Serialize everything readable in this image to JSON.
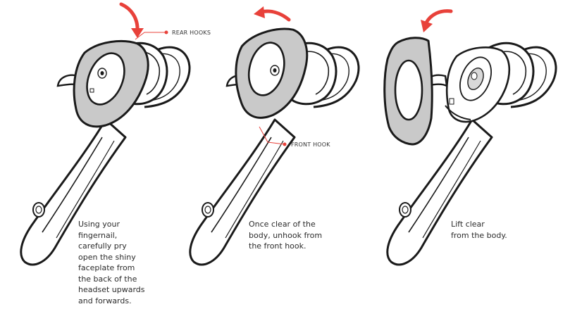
{
  "callouts": {
    "rear_hooks": "REAR HOOKS",
    "front_hook": "FRONT HOOK"
  },
  "captions": {
    "step1": "Using your\nfingernail,\ncarefully pry\nopen the shiny\nfaceplate from\nthe back of the\nheadset upwards\nand forwards.",
    "step2": "Once clear of the\nbody, unhook from\nthe front hook.",
    "step3": "Lift clear\nfrom the body."
  },
  "colors": {
    "arrow": "#e8413a",
    "callout_line": "#e8413a",
    "faceplate": "#c9c9c9",
    "outline": "#1a1a1a"
  },
  "icons": {
    "step1_arrow": "curved-arrow-down-icon",
    "step2_arrow": "curved-arrow-left-icon",
    "step3_arrow": "curved-arrow-down-left-icon"
  }
}
